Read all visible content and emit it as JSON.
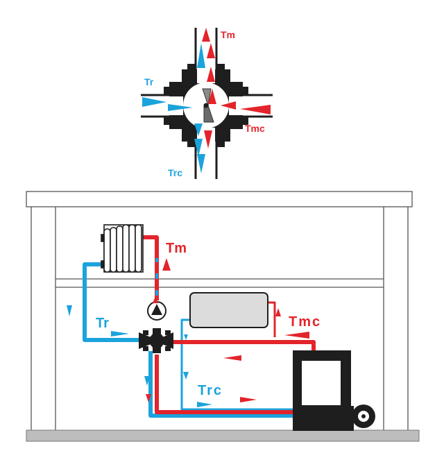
{
  "colors": {
    "supply": "#e3242b",
    "return": "#1ba3dc",
    "valve": "#1e1e1e",
    "structure": "#555555",
    "floor": "#bdbdbd"
  },
  "labels": {
    "top_tm": "Tm",
    "top_tr": "Tr",
    "top_tmc": "Tmc",
    "top_trc": "Trc",
    "sys_tm": "Tm",
    "sys_tr": "Tr",
    "sys_tmc": "Tmc",
    "sys_trc": "Trc"
  },
  "icons": {
    "radiator": "radiator-icon",
    "pump": "circulation-pump-icon",
    "mixing_valve": "four-way-mixing-valve-icon",
    "tank": "storage-tank-icon",
    "boiler": "boiler-icon",
    "burner": "burner-fan-icon"
  }
}
